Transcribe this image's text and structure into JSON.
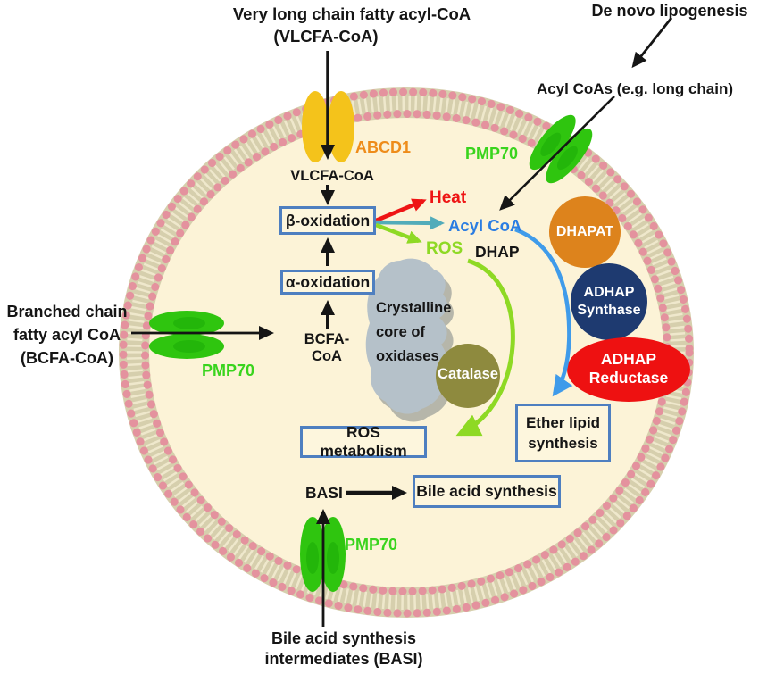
{
  "title": "Peroxisome metabolic pathways diagram",
  "outside_labels": {
    "vlcfa_line1": "Very long chain fatty acyl-CoA",
    "vlcfa_line2": "(VLCFA-CoA)",
    "de_novo": "De novo lipogenesis",
    "acyl_coas": "Acyl CoAs (e.g. long chain)",
    "bcfa_line1": "Branched chain",
    "bcfa_line2": "fatty acyl CoA",
    "bcfa_line3": "(BCFA-CoA)",
    "basi_line1": "Bile acid synthesis",
    "basi_line2": "intermediates (BASI)"
  },
  "transporters": {
    "abcd1": "ABCD1",
    "pmp70_top": "PMP70",
    "pmp70_left": "PMP70",
    "pmp70_bottom": "PMP70"
  },
  "inner_labels": {
    "vlcfa": "VLCFA-CoA",
    "bcfa": "BCFA-CoA",
    "heat": "Heat",
    "acyl_coa": "Acyl CoA",
    "ros": "ROS",
    "dhap": "DHAP",
    "basi": "BASI"
  },
  "boxes": {
    "beta_oxidation": "β-oxidation",
    "alpha_oxidation": "α-oxidation",
    "ros_metabolism": "ROS metabolism",
    "ether_line1": "Ether lipid",
    "ether_line2": "synthesis",
    "bile_acid": "Bile acid synthesis"
  },
  "enzymes": {
    "dhapat": "DHAPAT",
    "adhap_synthase_line1": "ADHAP",
    "adhap_synthase_line2": "Synthase",
    "adhap_reductase_line1": "ADHAP",
    "adhap_reductase_line2": "Reductase",
    "catalase": "Catalase"
  },
  "core": {
    "line1": "Crystalline",
    "line2": "core of",
    "line3": "oxidases"
  },
  "palette": {
    "interior": "#fcf3d7",
    "membrane_band": "#d6cfad",
    "membrane_hatch": "#efe8cc",
    "membrane_bead": "#e4929e",
    "box_border": "#4e7fc0",
    "box_fill": "#fdf6dd",
    "abcd1_fill": "#f4c31b",
    "pmp70_fill": "#2fc50f",
    "pmp70_dark": "#17a806",
    "abcd1_label": "#ee8c1a",
    "pmp70_label": "#39d41d",
    "heat_red": "#ee1414",
    "acyl_coa_blue": "#2b7de2",
    "ros_green": "#8ed924",
    "teal_arrow": "#52acba",
    "blue_curve": "#3f9bea",
    "dhapat_orange": "#dd831c",
    "adhap_synthase_navy": "#1e3a70",
    "adhap_reductase_red": "#ee1111",
    "catalase_olive": "#8e8a3e",
    "core_gray": "#b5c1c9",
    "black": "#151515"
  }
}
